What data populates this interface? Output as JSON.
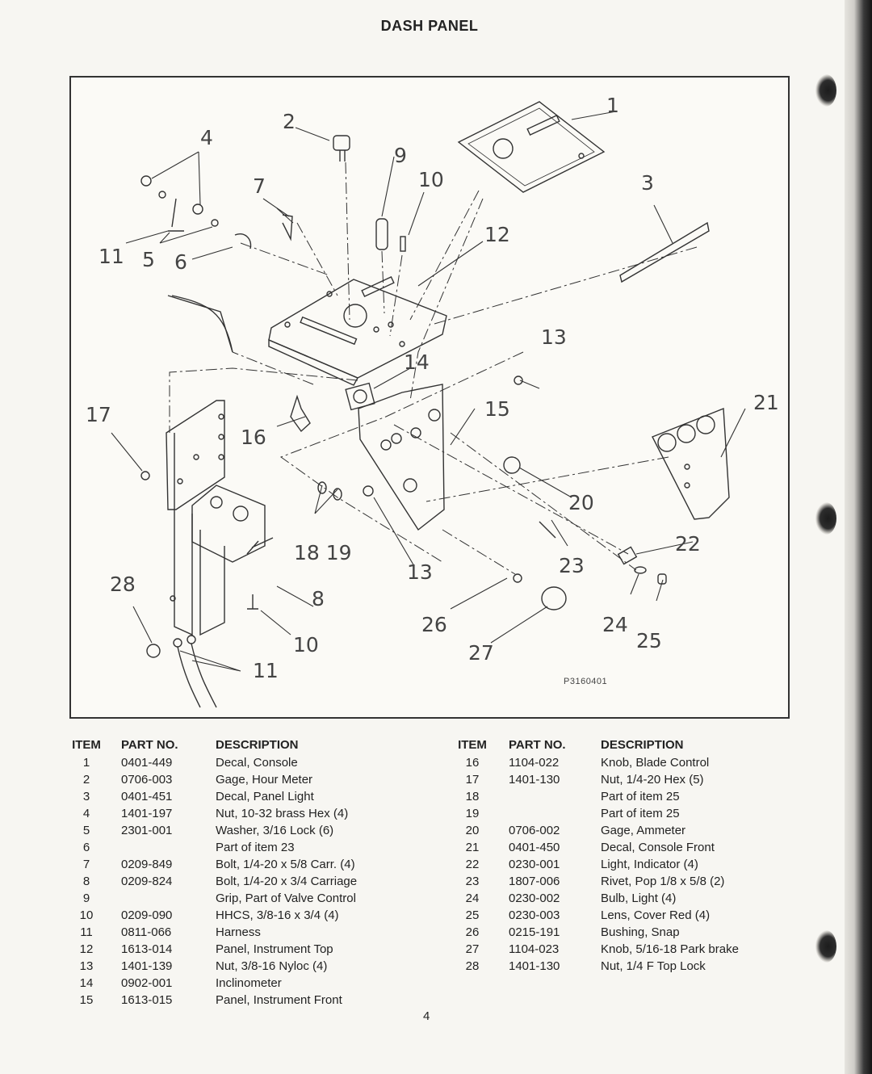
{
  "page": {
    "title": "DASH PANEL",
    "page_number": "4",
    "figure_code": "P3160401"
  },
  "callouts": [
    "1",
    "2",
    "3",
    "4",
    "5",
    "6",
    "7",
    "8",
    "9",
    "10",
    "11",
    "12",
    "13",
    "14",
    "15",
    "16",
    "17",
    "18 19",
    "13",
    "20",
    "21",
    "22",
    "23",
    "24",
    "25",
    "26",
    "27",
    "28",
    "10",
    "11",
    "11"
  ],
  "parts_table": {
    "headers": {
      "item": "ITEM",
      "part_no": "PART NO.",
      "description": "DESCRIPTION"
    },
    "left": [
      {
        "item": "1",
        "part_no": "0401-449",
        "description": "Decal, Console"
      },
      {
        "item": "2",
        "part_no": "0706-003",
        "description": "Gage, Hour Meter"
      },
      {
        "item": "3",
        "part_no": "0401-451",
        "description": "Decal, Panel Light"
      },
      {
        "item": "4",
        "part_no": "1401-197",
        "description": "Nut, 10-32 brass Hex (4)"
      },
      {
        "item": "5",
        "part_no": "2301-001",
        "description": "Washer, 3/16 Lock (6)"
      },
      {
        "item": "6",
        "part_no": "",
        "description": "Part of item 23"
      },
      {
        "item": "7",
        "part_no": "0209-849",
        "description": "Bolt, 1/4-20 x 5/8 Carr. (4)"
      },
      {
        "item": "8",
        "part_no": "0209-824",
        "description": "Bolt, 1/4-20 x 3/4 Carriage"
      },
      {
        "item": "9",
        "part_no": "",
        "description": "Grip, Part of Valve Control"
      },
      {
        "item": "10",
        "part_no": "0209-090",
        "description": "HHCS, 3/8-16 x 3/4 (4)"
      },
      {
        "item": "11",
        "part_no": "0811-066",
        "description": "Harness"
      },
      {
        "item": "12",
        "part_no": "1613-014",
        "description": "Panel, Instrument Top"
      },
      {
        "item": "13",
        "part_no": "1401-139",
        "description": "Nut, 3/8-16 Nyloc (4)"
      },
      {
        "item": "14",
        "part_no": "0902-001",
        "description": "Inclinometer"
      },
      {
        "item": "15",
        "part_no": "1613-015",
        "description": "Panel, Instrument Front"
      }
    ],
    "right": [
      {
        "item": "16",
        "part_no": "1104-022",
        "description": "Knob, Blade Control"
      },
      {
        "item": "17",
        "part_no": "1401-130",
        "description": "Nut, 1/4-20 Hex (5)"
      },
      {
        "item": "18",
        "part_no": "",
        "description": "Part of item 25"
      },
      {
        "item": "19",
        "part_no": "",
        "description": "Part of item 25"
      },
      {
        "item": "20",
        "part_no": "0706-002",
        "description": "Gage, Ammeter"
      },
      {
        "item": "21",
        "part_no": "0401-450",
        "description": "Decal, Console Front"
      },
      {
        "item": "22",
        "part_no": "0230-001",
        "description": "Light, Indicator (4)"
      },
      {
        "item": "23",
        "part_no": "1807-006",
        "description": "Rivet, Pop 1/8 x 5/8 (2)"
      },
      {
        "item": "24",
        "part_no": "0230-002",
        "description": "Bulb, Light (4)"
      },
      {
        "item": "25",
        "part_no": "0230-003",
        "description": "Lens, Cover Red (4)"
      },
      {
        "item": "26",
        "part_no": "0215-191",
        "description": "Bushing, Snap"
      },
      {
        "item": "27",
        "part_no": "1104-023",
        "description": "Knob, 5/16-18 Park brake"
      },
      {
        "item": "28",
        "part_no": "1401-130",
        "description": "Nut, 1/4 F Top Lock"
      }
    ]
  }
}
